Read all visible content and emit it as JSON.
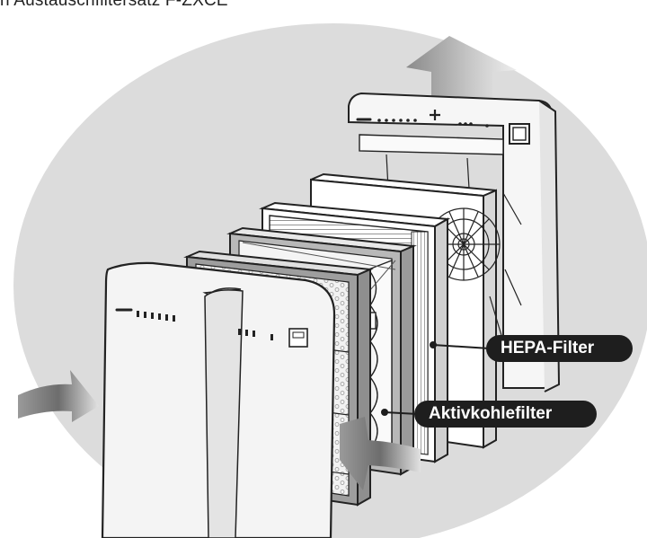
{
  "caption": "n Austauschfiltersatz F-ZXCE",
  "labels": {
    "hepa": "HEPA-Filter",
    "aktivkohle": "Aktivkohlefilter"
  },
  "colors": {
    "background_ellipse": "#dcdcdc",
    "label_bg": "#1e1e1e",
    "label_text": "#ffffff",
    "outline": "#222222",
    "arrow_gradient_dark": "#7a7a7a",
    "arrow_gradient_light": "#e6e6e6"
  },
  "icons": [
    "airflow-arrow-up",
    "airflow-arrow-in-left",
    "airflow-arrow-in-center"
  ]
}
